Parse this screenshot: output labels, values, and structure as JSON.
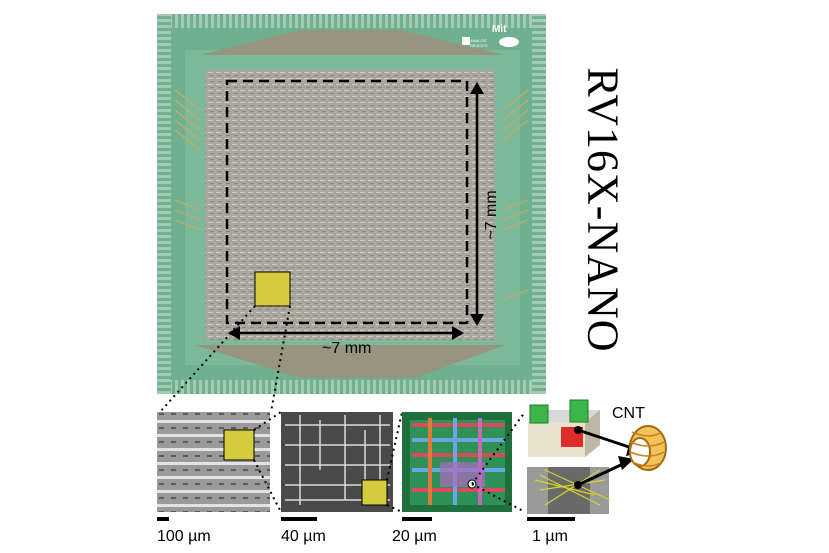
{
  "title": "RV16X-NANO",
  "dimensions": {
    "horizontal": "~7 mm",
    "vertical": "~7 mm"
  },
  "chip_logos": {
    "mit": "Mit",
    "analog_devices": "ANALOG DEVICES"
  },
  "cnt_label": "CNT",
  "scale_bars": [
    "100 µm",
    "40 µm",
    "20 µm",
    "1 µm"
  ],
  "colors": {
    "chip_green": "#6fb08f",
    "core_gray": "#9c9a90",
    "highlight": "#d4cc3c",
    "cnt_gold": "#d69a2c"
  }
}
